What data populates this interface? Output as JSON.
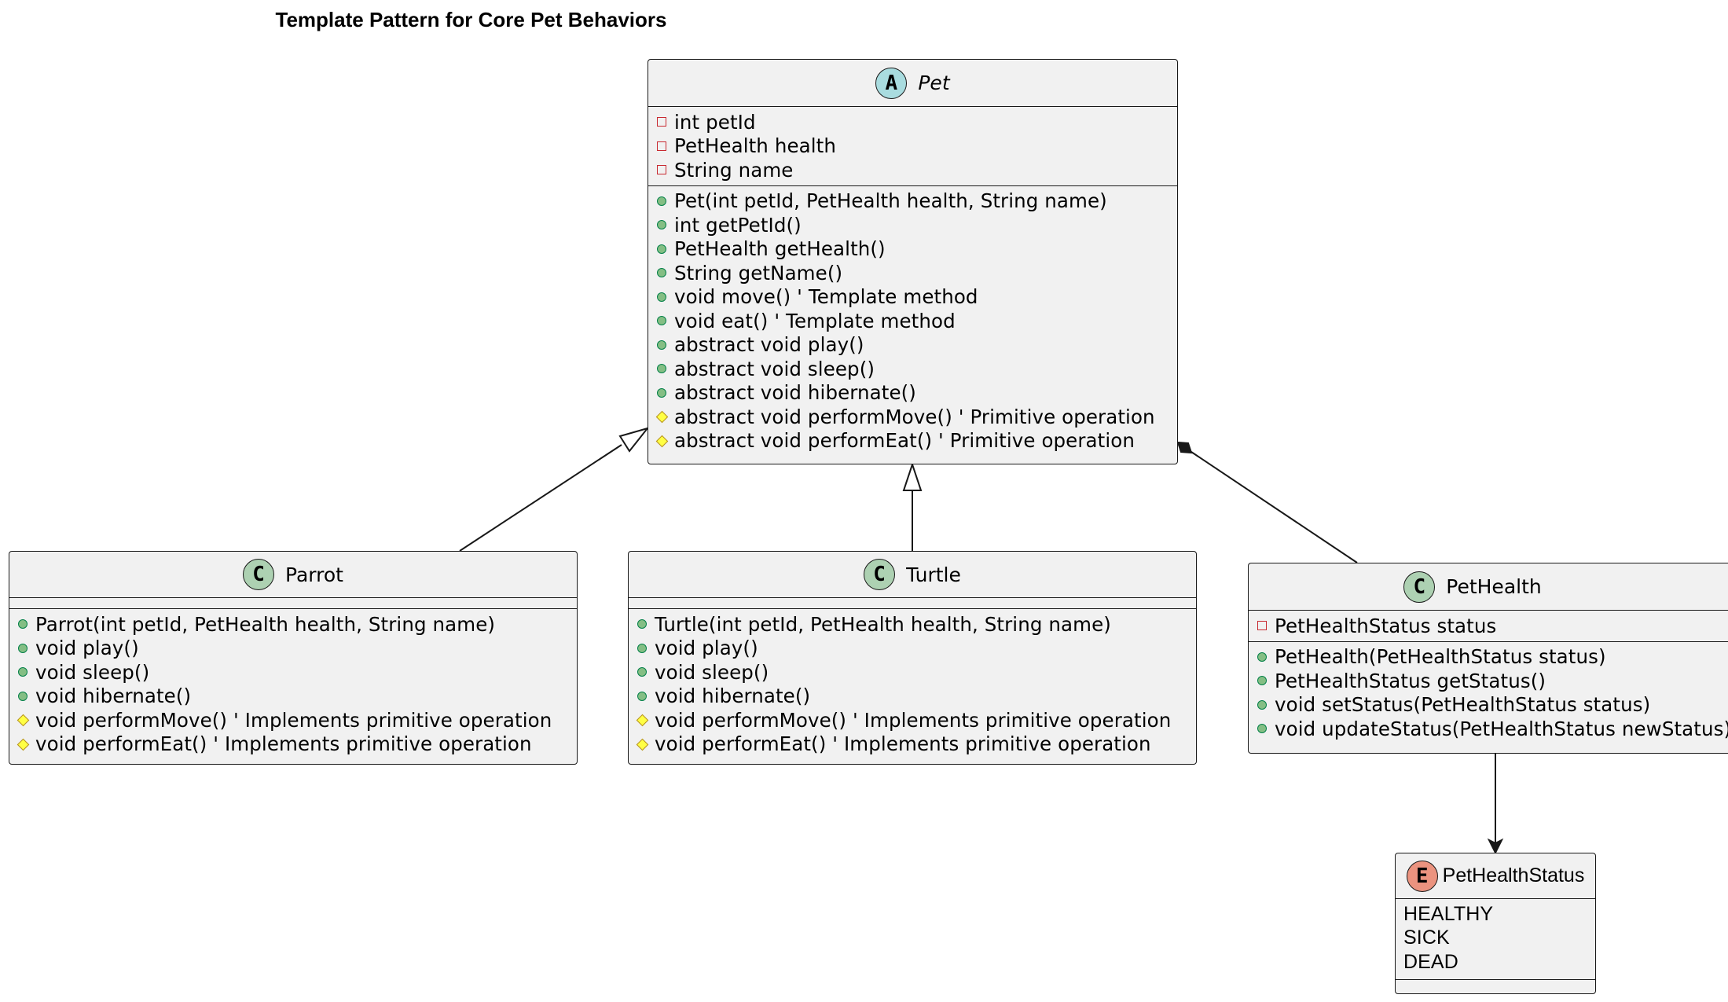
{
  "title": "Template Pattern for Core Pet Behaviors",
  "classes": {
    "pet": {
      "name": "Pet",
      "stereotype_badge": "A",
      "fields": [
        {
          "visibility": "private",
          "text": "int petId"
        },
        {
          "visibility": "private",
          "text": "PetHealth health"
        },
        {
          "visibility": "private",
          "text": "String name"
        }
      ],
      "methods": [
        {
          "visibility": "public",
          "text": "Pet(int petId, PetHealth health, String name)"
        },
        {
          "visibility": "public",
          "text": "int getPetId()"
        },
        {
          "visibility": "public",
          "text": "PetHealth getHealth()"
        },
        {
          "visibility": "public",
          "text": "String getName()"
        },
        {
          "visibility": "public",
          "text": "void move() ' Template method"
        },
        {
          "visibility": "public",
          "text": "void eat() ' Template method"
        },
        {
          "visibility": "public",
          "text": "abstract void play()"
        },
        {
          "visibility": "public",
          "text": "abstract void sleep()"
        },
        {
          "visibility": "public",
          "text": "abstract void hibernate()"
        },
        {
          "visibility": "protected",
          "text": "abstract void performMove() ' Primitive operation"
        },
        {
          "visibility": "protected",
          "text": "abstract void performEat() ' Primitive operation"
        }
      ]
    },
    "parrot": {
      "name": "Parrot",
      "stereotype_badge": "C",
      "methods": [
        {
          "visibility": "public",
          "text": "Parrot(int petId, PetHealth health, String name)"
        },
        {
          "visibility": "public",
          "text": "void play()"
        },
        {
          "visibility": "public",
          "text": "void sleep()"
        },
        {
          "visibility": "public",
          "text": "void hibernate()"
        },
        {
          "visibility": "protected",
          "text": "void performMove() ' Implements primitive operation"
        },
        {
          "visibility": "protected",
          "text": "void performEat() ' Implements primitive operation"
        }
      ]
    },
    "turtle": {
      "name": "Turtle",
      "stereotype_badge": "C",
      "methods": [
        {
          "visibility": "public",
          "text": "Turtle(int petId, PetHealth health, String name)"
        },
        {
          "visibility": "public",
          "text": "void play()"
        },
        {
          "visibility": "public",
          "text": "void sleep()"
        },
        {
          "visibility": "public",
          "text": "void hibernate()"
        },
        {
          "visibility": "protected",
          "text": "void performMove() ' Implements primitive operation"
        },
        {
          "visibility": "protected",
          "text": "void performEat() ' Implements primitive operation"
        }
      ]
    },
    "pethealth": {
      "name": "PetHealth",
      "stereotype_badge": "C",
      "fields": [
        {
          "visibility": "private",
          "text": "PetHealthStatus status"
        }
      ],
      "methods": [
        {
          "visibility": "public",
          "text": "PetHealth(PetHealthStatus status)"
        },
        {
          "visibility": "public",
          "text": "PetHealthStatus getStatus()"
        },
        {
          "visibility": "public",
          "text": "void setStatus(PetHealthStatus status)"
        },
        {
          "visibility": "public",
          "text": "void updateStatus(PetHealthStatus newStatus)"
        }
      ]
    },
    "pethealthstatus": {
      "name": "PetHealthStatus",
      "stereotype_badge": "E",
      "values": [
        "HEALTHY",
        "SICK",
        "DEAD"
      ]
    }
  },
  "relations": [
    {
      "from": "Parrot",
      "to": "Pet",
      "kind": "inheritance"
    },
    {
      "from": "Turtle",
      "to": "Pet",
      "kind": "inheritance"
    },
    {
      "from": "Pet",
      "to": "PetHealth",
      "kind": "composition"
    },
    {
      "from": "PetHealth",
      "to": "PetHealthStatus",
      "kind": "association"
    }
  ],
  "colors": {
    "class_fill": "#f1f1f1",
    "border": "#181818",
    "abstract_badge": "#a9dcdf",
    "class_badge": "#add1b2",
    "enum_badge": "#eb937f"
  }
}
